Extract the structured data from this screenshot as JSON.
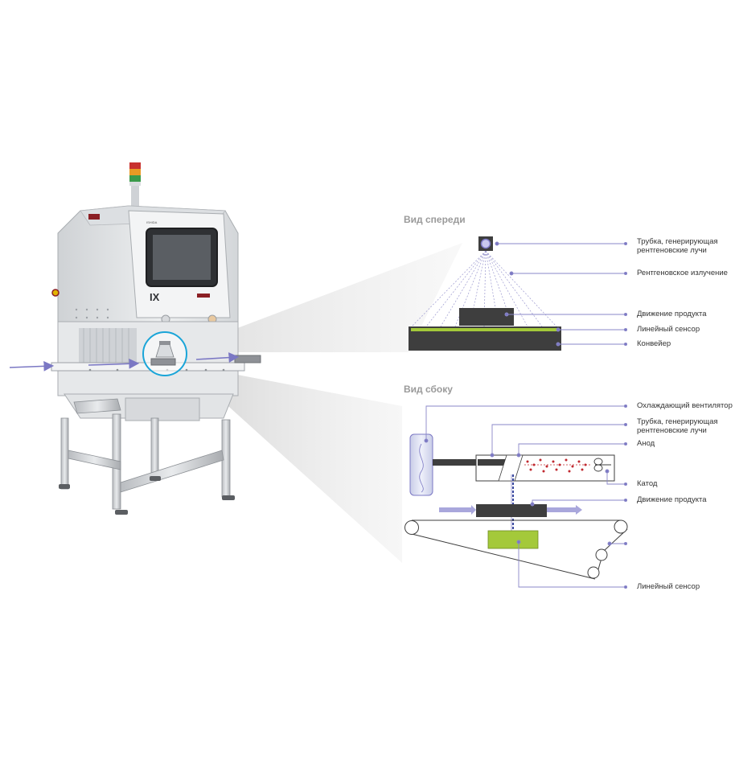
{
  "front_view": {
    "title": "Вид спереди",
    "labels": {
      "tube_line1": "Трубка, генерирующая",
      "tube_line2": "рентгеновские лучи",
      "radiation": "Рентгеновское излучение",
      "product": "Движение продукта",
      "sensor": "Линейный сенсор",
      "conveyor": "Конвейер"
    }
  },
  "side_view": {
    "title": "Вид сбоку",
    "labels": {
      "fan": "Охлаждающий вентилятор",
      "tube_line1": "Трубка, генерирующая",
      "tube_line2": "рентгеновские лучи",
      "anode": "Анод",
      "cathode": "Катод",
      "product": "Движение продукта",
      "sensor": "Линейный сенсор"
    }
  },
  "machine": {
    "logo": "IX",
    "brand": "ISHIDA"
  },
  "colors": {
    "accent": "#7b78c4",
    "leader": "#8a87c8",
    "sensor_green": "#a4c93a",
    "electron_red": "#c0282f",
    "dark_block": "#3e3e3e"
  }
}
